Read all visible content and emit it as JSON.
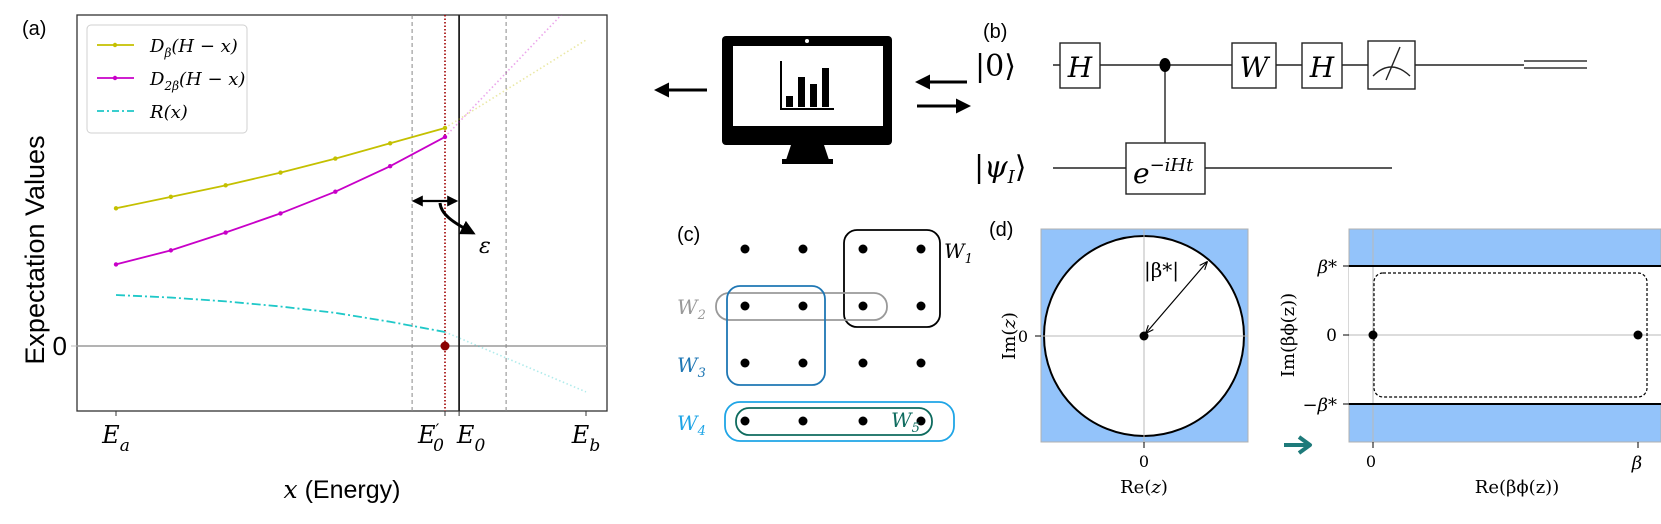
{
  "panel_labels": {
    "a": "(a)",
    "b": "(b)",
    "c": "(c)",
    "d": "(d)"
  },
  "chart_data": {
    "type": "line",
    "title": "",
    "xlabel_var": "x",
    "xlabel_text": " (Energy)",
    "ylabel": "Expectation Values",
    "y_ticks": [
      {
        "value": 0,
        "label": "0"
      }
    ],
    "x_ticks": [
      {
        "value": 0.0,
        "label": "E",
        "sub": "a",
        "prime": false
      },
      {
        "value": 0.7,
        "label": "E",
        "sub": "0",
        "prime": true
      },
      {
        "value": 0.73,
        "label": "E",
        "sub": "0",
        "prime": false
      },
      {
        "value": 1.0,
        "label": "E",
        "sub": "b",
        "prime": false
      }
    ],
    "xlim": [
      -0.04,
      1.02
    ],
    "ylim": [
      -0.25,
      1.3
    ],
    "x": [
      0.0,
      0.1167,
      0.2333,
      0.35,
      0.4667,
      0.5833,
      0.7
    ],
    "series": [
      {
        "name": "D_β(H − x)",
        "legend_main": "D",
        "legend_sub": "β",
        "legend_rest": "(H − x)",
        "color": "#c4c000",
        "style": "solid-marker",
        "values": [
          0.54,
          0.585,
          0.63,
          0.68,
          0.735,
          0.795,
          0.855
        ],
        "extension": {
          "x": [
            0.7,
            1.0
          ],
          "values": [
            0.855,
            1.2
          ]
        }
      },
      {
        "name": "D_2β(H − x)",
        "legend_main": "D",
        "legend_sub": "2β",
        "legend_rest": "(H − x)",
        "color": "#c800c8",
        "style": "solid-marker",
        "values": [
          0.32,
          0.375,
          0.445,
          0.52,
          0.605,
          0.705,
          0.82
        ],
        "extension": {
          "x": [
            0.7,
            1.0
          ],
          "values": [
            0.82,
            1.4
          ]
        }
      },
      {
        "name": "R(x)",
        "legend_main": "R",
        "legend_sub": "",
        "legend_rest": "(x)",
        "color": "#1fc8c8",
        "style": "dashdot",
        "values": [
          0.2,
          0.19,
          0.175,
          0.155,
          0.13,
          0.095,
          0.055
        ],
        "extension": {
          "x": [
            0.7,
            1.0
          ],
          "values": [
            0.055,
            -0.18
          ]
        }
      }
    ],
    "vertical_lines": [
      {
        "x": 0.63,
        "style": "dashed-gray"
      },
      {
        "x": 0.7,
        "style": "dotted-darkred"
      },
      {
        "x": 0.73,
        "style": "solid-black"
      },
      {
        "x": 0.83,
        "style": "dashed-gray"
      }
    ],
    "root_marker": {
      "x": 0.7,
      "y": 0,
      "color": "#8b0000"
    },
    "annotation": {
      "symbol": "ε"
    },
    "legend_position": "top-left",
    "colors": {
      "zero_line": "#9a9a9a",
      "frame": "#333333"
    }
  },
  "computer": {
    "icon": "monitor-bar-chart-icon"
  },
  "circuit": {
    "wires": [
      {
        "label_ket": "0",
        "sub": ""
      },
      {
        "label_ket": "ψ",
        "sub": "I"
      }
    ],
    "gates": [
      {
        "label": "H",
        "wire": 0
      },
      {
        "label": "W",
        "wire": 0
      },
      {
        "label": "H",
        "wire": 0
      },
      {
        "label": "measure",
        "wire": 0
      }
    ],
    "controlled_gate": {
      "base": "e",
      "exponent": "−iHt",
      "control_wire": 0,
      "target_wire": 1
    }
  },
  "lattice": {
    "rows": 4,
    "cols": 4,
    "groups": [
      {
        "name": "W",
        "sub": "1",
        "color": "#000000"
      },
      {
        "name": "W",
        "sub": "2",
        "color": "#999999"
      },
      {
        "name": "W",
        "sub": "3",
        "color": "#1f77b4"
      },
      {
        "name": "W",
        "sub": "4",
        "color": "#1fa5e6"
      },
      {
        "name": "W",
        "sub": "5",
        "color": "#0e6b5e"
      }
    ]
  },
  "conformal": {
    "left": {
      "xlabel_pre": "Re(",
      "xlabel_var": "z",
      "xlabel_post": ")",
      "ylabel_pre": "Im(",
      "ylabel_var": "z",
      "ylabel_post": ")",
      "x_tick": "0",
      "y_tick": "0",
      "radius_label": "|β*|",
      "fill": "#93c3fa"
    },
    "arrow_color": "#1e7a7a",
    "right": {
      "xlabel": "Re(βϕ(z))",
      "ylabel": "Im(βϕ(z))",
      "x_ticks": [
        "0",
        "β"
      ],
      "y_ticks": [
        "β*",
        "0",
        "−β*"
      ],
      "fill": "#93c3fa"
    }
  }
}
